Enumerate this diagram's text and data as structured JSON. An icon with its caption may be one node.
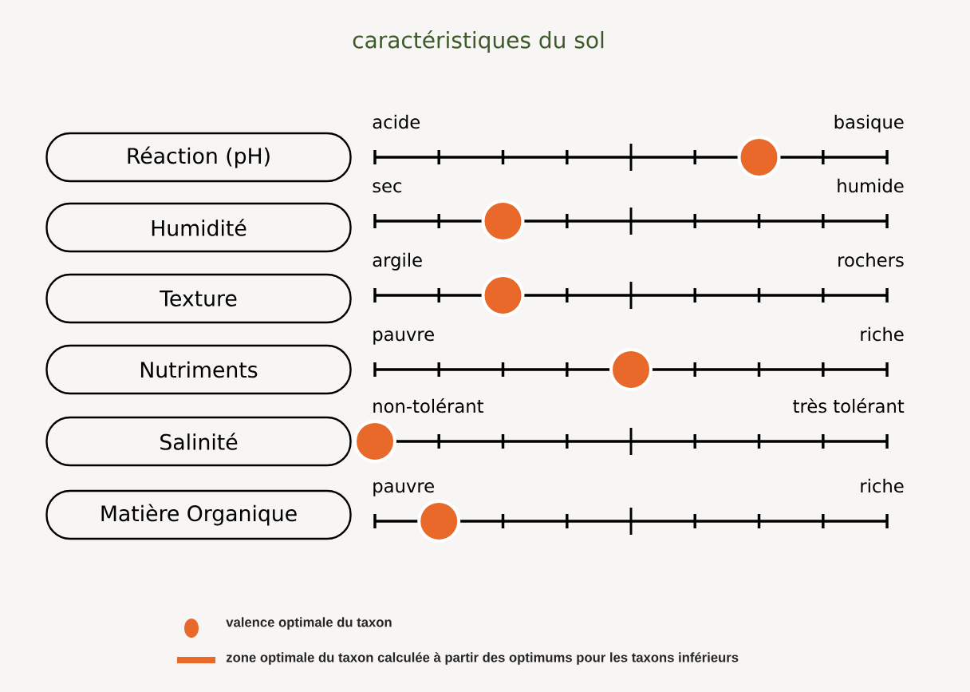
{
  "diagram": {
    "title": "caractéristiques du sol",
    "nodes": [
      {
        "text": [
          "Réaction (pH)"
        ]
      },
      {
        "text": [
          "Humidité"
        ]
      },
      {
        "text": [
          "Texture"
        ]
      },
      {
        "text": [
          "Nutriments"
        ]
      },
      {
        "text": [
          "Salinité"
        ]
      },
      {
        "text": [
          "Matière Organique"
        ]
      }
    ],
    "labels": [
      "acide",
      "basique",
      "sec",
      "humide",
      "argile",
      "rochers",
      "pauvre",
      "riche",
      "non-tolérant",
      "très tolérant",
      "pauvre",
      "riche"
    ],
    "legend": [
      {
        "text": "valence optimale du taxon",
        "color": "#e8692a"
      },
      {
        "text": "zone optimale du taxon calculée à partir des optimums pour les taxons inférieurs",
        "color": "#e8692a"
      }
    ]
  }
}
